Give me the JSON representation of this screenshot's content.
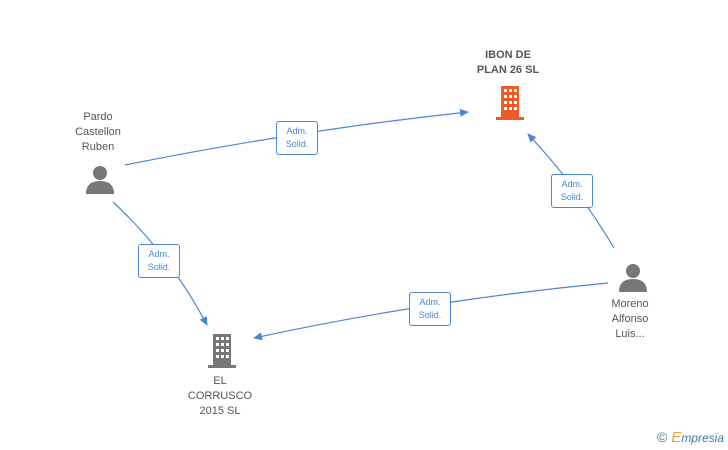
{
  "nodes": {
    "ibon": {
      "label_line1": "IBON DE",
      "label_line2": "PLAN 26  SL",
      "color": "#f05a28"
    },
    "corrusco": {
      "label_line1": "EL",
      "label_line2": "CORRUSCO",
      "label_line3": "2015  SL",
      "color": "#777777"
    },
    "pardo": {
      "label_line1": "Pardo",
      "label_line2": "Castellon",
      "label_line3": "Ruben",
      "color": "#777777"
    },
    "moreno": {
      "label_line1": "Moreno",
      "label_line2": "Alfonso",
      "label_line3": "Luis...",
      "color": "#777777"
    }
  },
  "edges": [
    {
      "id": "pardo-ibon",
      "line1": "Adm.",
      "line2": "Solid."
    },
    {
      "id": "moreno-ibon",
      "line1": "Adm.",
      "line2": "Solid."
    },
    {
      "id": "pardo-corrusco",
      "line1": "Adm.",
      "line2": "Solid."
    },
    {
      "id": "moreno-corrusco",
      "line1": "Adm.",
      "line2": "Solid."
    }
  ],
  "edge_color": "#4a86d4",
  "footer": {
    "copyright": "©",
    "brand_initial": "E",
    "brand_rest": "mpresia"
  }
}
